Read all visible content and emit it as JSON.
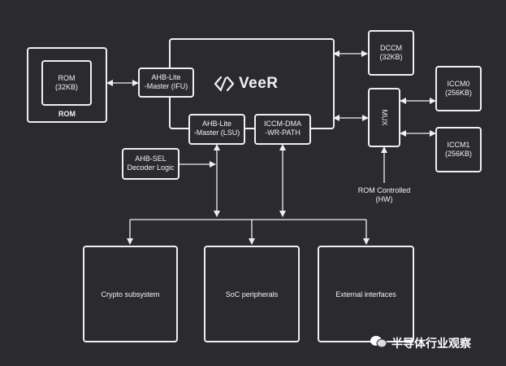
{
  "blocks": {
    "rom_outer": "ROM",
    "rom_inner": "ROM\n(32KB)",
    "ahb_ifu": "AHB-Lite\n-Master (IFU)",
    "veer_logo": "VeeR",
    "ahb_lsu": "AHB-Lite\n-Master (LSU)",
    "iccm_dma": "ICCM-DMA\n-WR-PATH",
    "dccm": "DCCM\n(32KB)",
    "mux": "MUX",
    "iccm0": "ICCM0\n(256KB)",
    "iccm1": "ICCM1\n(256KB)",
    "rom_controlled": "ROM Controlled\n(HW)",
    "ahb_sel": "AHB-SEL\nDecoder Logic",
    "crypto": "Crypto subsystem",
    "soc": "SoC peripherals",
    "external": "External interfaces"
  },
  "watermark": "半导体行业观察"
}
